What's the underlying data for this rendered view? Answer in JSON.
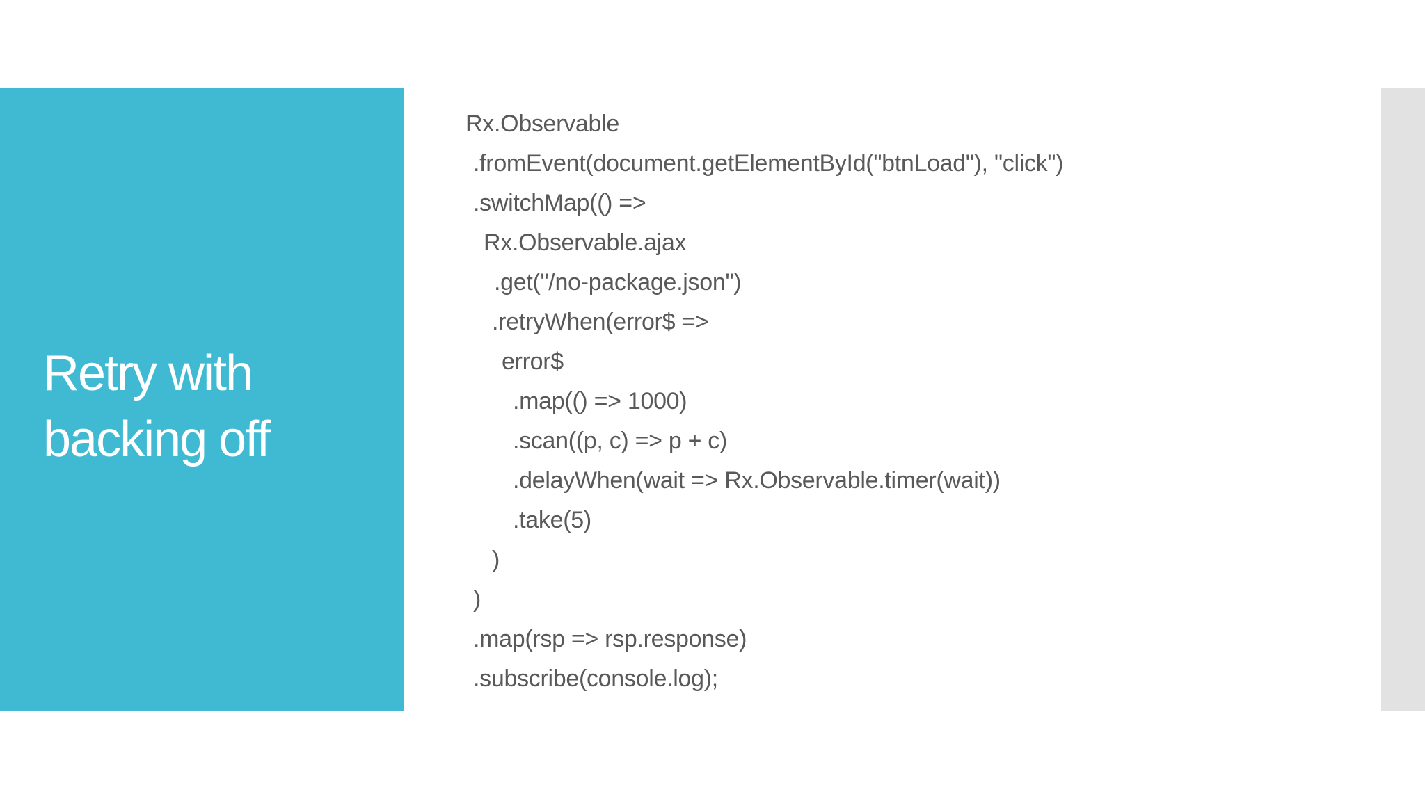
{
  "slide": {
    "title": {
      "lines": [
        "Retry with",
        "backing off"
      ]
    },
    "code_lines": [
      {
        "indent": 0,
        "text": "Rx.Observable"
      },
      {
        "indent": 11,
        "text": ".fromEvent(document.getElementById(\"btnLoad\"), \"click\")"
      },
      {
        "indent": 11,
        "text": ".switchMap(() =>"
      },
      {
        "indent": 26,
        "text": "Rx.Observable.ajax"
      },
      {
        "indent": 41,
        "text": ".get(\"/no-package.json\")"
      },
      {
        "indent": 38,
        "text": ".retryWhen(error$ =>"
      },
      {
        "indent": 52,
        "text": "error$"
      },
      {
        "indent": 68,
        "text": ".map(() => 1000)"
      },
      {
        "indent": 68,
        "text": ".scan((p, c) => p + c)"
      },
      {
        "indent": 68,
        "text": ".delayWhen(wait => Rx.Observable.timer(wait))"
      },
      {
        "indent": 68,
        "text": ".take(5)"
      },
      {
        "indent": 38,
        "text": ")"
      },
      {
        "indent": 11,
        "text": ")"
      },
      {
        "indent": 11,
        "text": ".map(rsp => rsp.response)"
      },
      {
        "indent": 11,
        "text": ".subscribe(console.log);"
      }
    ],
    "colors": {
      "accent_teal": "#40BAD2",
      "title_text": "#FFFFFF",
      "code_text": "#595959",
      "side_bar_gray": "#E2E2E2",
      "background": "#FFFFFF"
    }
  }
}
